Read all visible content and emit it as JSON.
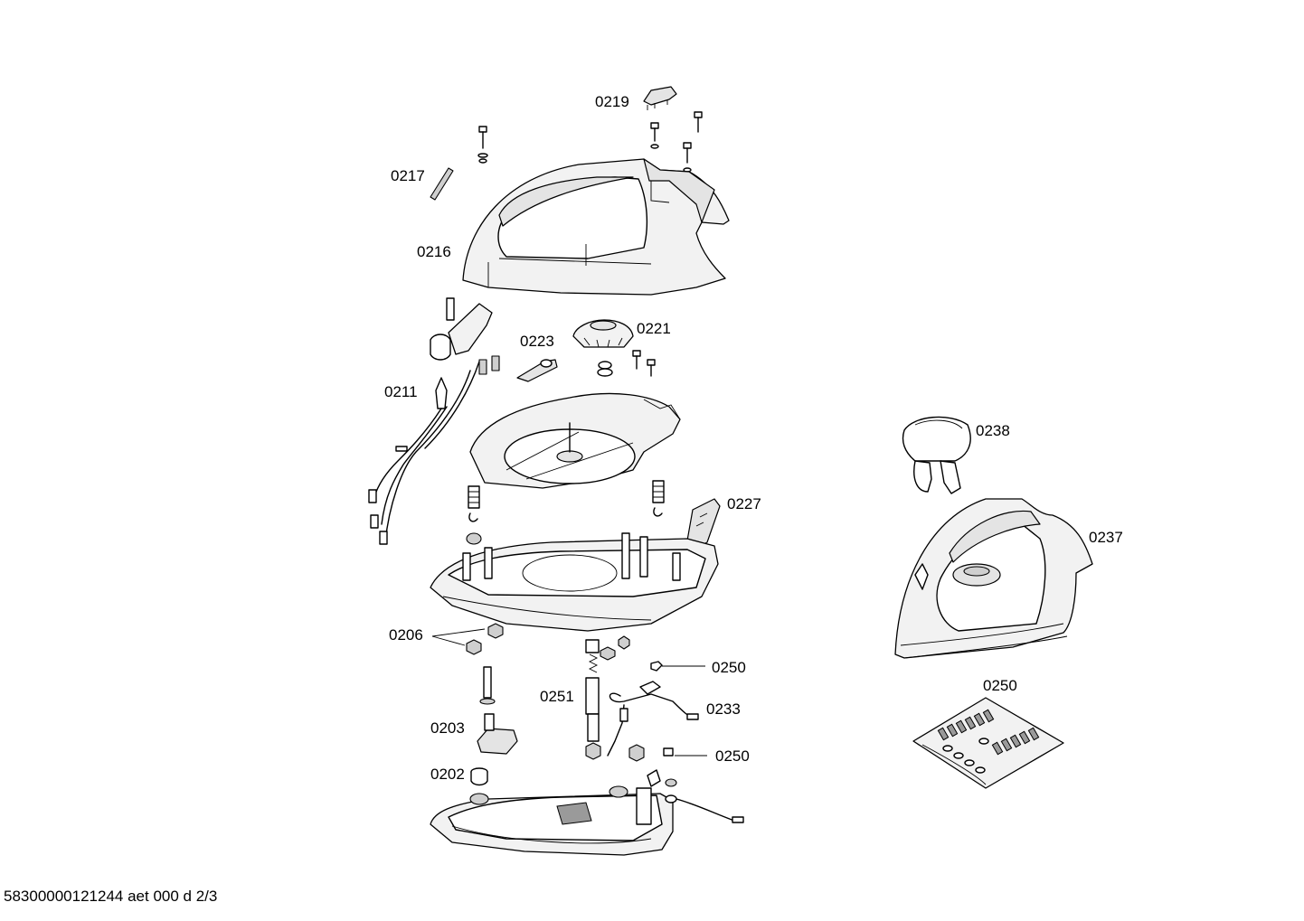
{
  "labels": {
    "p0219": "0219",
    "p0217": "0217",
    "p0216": "0216",
    "p0221": "0221",
    "p0223": "0223",
    "p0211": "0211",
    "p0227": "0227",
    "p0238": "0238",
    "p0237": "0237",
    "p0206": "0206",
    "p0250a": "0250",
    "p0251": "0251",
    "p0233": "0233",
    "p0203": "0203",
    "p0250b": "0250",
    "p0202": "0202",
    "p0250c": "0250"
  },
  "footer": "58300000121244 aet 000 d 2/3"
}
